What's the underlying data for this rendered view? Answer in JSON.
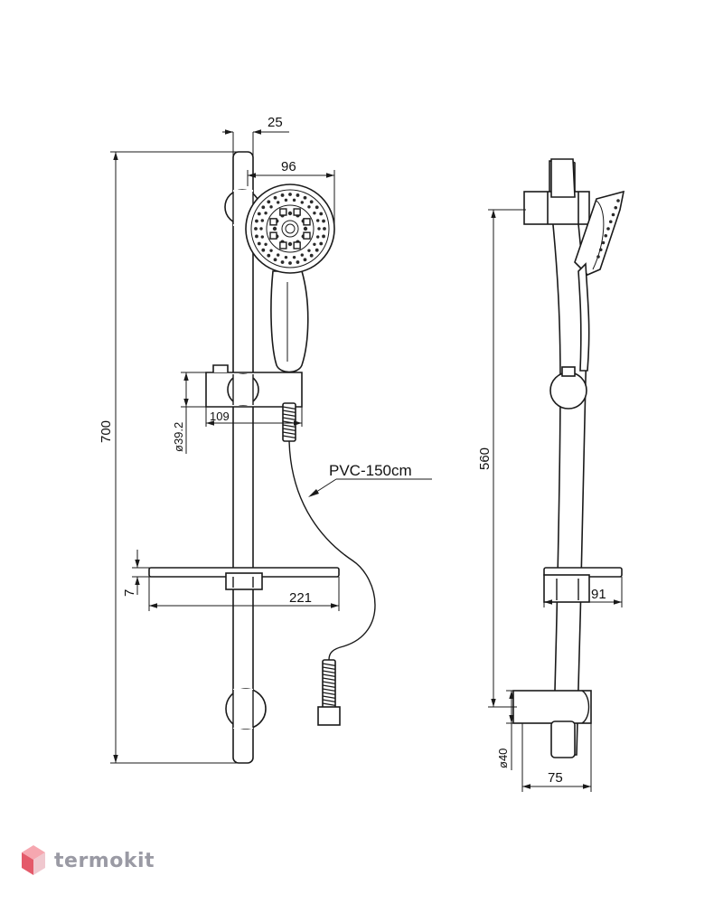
{
  "front_view": {
    "dims": {
      "slider_offset": "25",
      "head_width": "96",
      "overall_height": "700",
      "clamp_depth": "109",
      "rail_diameter": "ø39.2",
      "tray_thickness": "7",
      "tray_width": "221"
    },
    "hose_label": "PVC-150cm"
  },
  "side_view": {
    "dims": {
      "bracket_spacing": "560",
      "tray_depth": "91",
      "bracket_diameter": "ø40",
      "bracket_depth": "75"
    }
  },
  "watermark": {
    "brand": "termokit",
    "logo_colors": [
      "#e45a6a",
      "#f6a7b0",
      "#f0c8cf"
    ]
  }
}
